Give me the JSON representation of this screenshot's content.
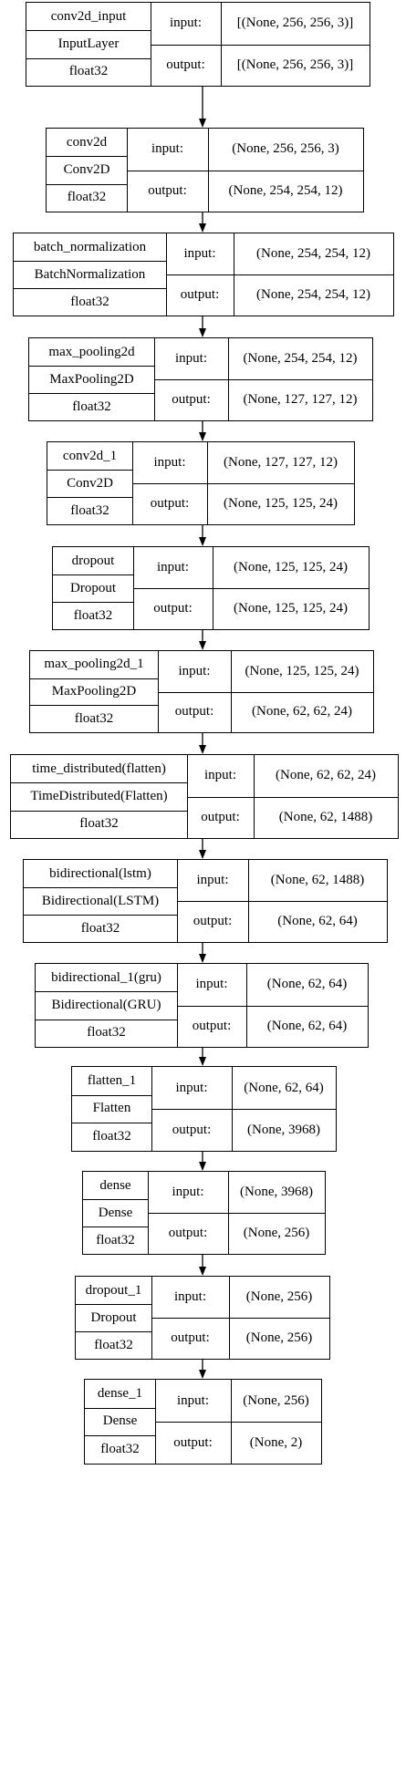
{
  "labels": {
    "input": "input:",
    "output": "output:"
  },
  "layers": [
    {
      "name": "conv2d_input",
      "type": "InputLayer",
      "dtype": "float32",
      "input": "[(None, 256, 256, 3)]",
      "output": "[(None, 256, 256, 3)]"
    },
    {
      "name": "conv2d",
      "type": "Conv2D",
      "dtype": "float32",
      "input": "(None, 256, 256, 3)",
      "output": "(None, 254, 254, 12)"
    },
    {
      "name": "batch_normalization",
      "type": "BatchNormalization",
      "dtype": "float32",
      "input": "(None, 254, 254, 12)",
      "output": "(None, 254, 254, 12)"
    },
    {
      "name": "max_pooling2d",
      "type": "MaxPooling2D",
      "dtype": "float32",
      "input": "(None, 254, 254, 12)",
      "output": "(None, 127, 127, 12)"
    },
    {
      "name": "conv2d_1",
      "type": "Conv2D",
      "dtype": "float32",
      "input": "(None, 127, 127, 12)",
      "output": "(None, 125, 125, 24)"
    },
    {
      "name": "dropout",
      "type": "Dropout",
      "dtype": "float32",
      "input": "(None, 125, 125, 24)",
      "output": "(None, 125, 125, 24)"
    },
    {
      "name": "max_pooling2d_1",
      "type": "MaxPooling2D",
      "dtype": "float32",
      "input": "(None, 125, 125, 24)",
      "output": "(None, 62, 62, 24)"
    },
    {
      "name": "time_distributed(flatten)",
      "type": "TimeDistributed(Flatten)",
      "dtype": "float32",
      "input": "(None, 62, 62, 24)",
      "output": "(None, 62, 1488)"
    },
    {
      "name": "bidirectional(lstm)",
      "type": "Bidirectional(LSTM)",
      "dtype": "float32",
      "input": "(None, 62, 1488)",
      "output": "(None, 62, 64)"
    },
    {
      "name": "bidirectional_1(gru)",
      "type": "Bidirectional(GRU)",
      "dtype": "float32",
      "input": "(None, 62, 64)",
      "output": "(None, 62, 64)"
    },
    {
      "name": "flatten_1",
      "type": "Flatten",
      "dtype": "float32",
      "input": "(None, 62, 64)",
      "output": "(None, 3968)"
    },
    {
      "name": "dense",
      "type": "Dense",
      "dtype": "float32",
      "input": "(None, 3968)",
      "output": "(None, 256)"
    },
    {
      "name": "dropout_1",
      "type": "Dropout",
      "dtype": "float32",
      "input": "(None, 256)",
      "output": "(None, 256)"
    },
    {
      "name": "dense_1",
      "type": "Dense",
      "dtype": "float32",
      "input": "(None, 256)",
      "output": "(None, 2)"
    }
  ]
}
